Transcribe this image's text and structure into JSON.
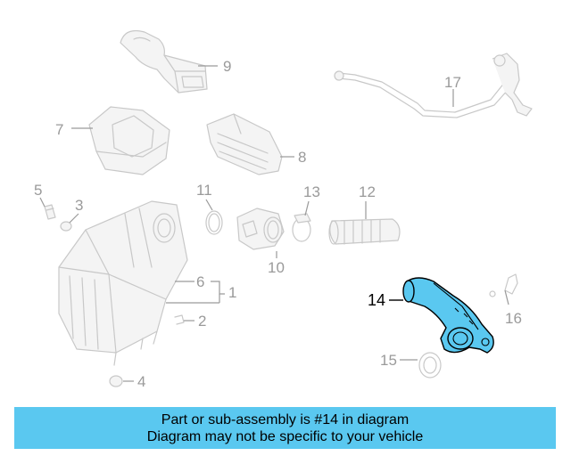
{
  "callouts": {
    "c1": "1",
    "c2": "2",
    "c3": "3",
    "c4": "4",
    "c5": "5",
    "c6": "6",
    "c7": "7",
    "c8": "8",
    "c9": "9",
    "c10": "10",
    "c11": "11",
    "c12": "12",
    "c13": "13",
    "c14": "14",
    "c15": "15",
    "c16": "16",
    "c17": "17"
  },
  "highlight": {
    "part_number": "14",
    "color": "#5ac8f0"
  },
  "banner": {
    "line1": "Part or sub-assembly is #14 in diagram",
    "line2": "Diagram may not be specific to your vehicle",
    "background": "#5ac8f0"
  }
}
